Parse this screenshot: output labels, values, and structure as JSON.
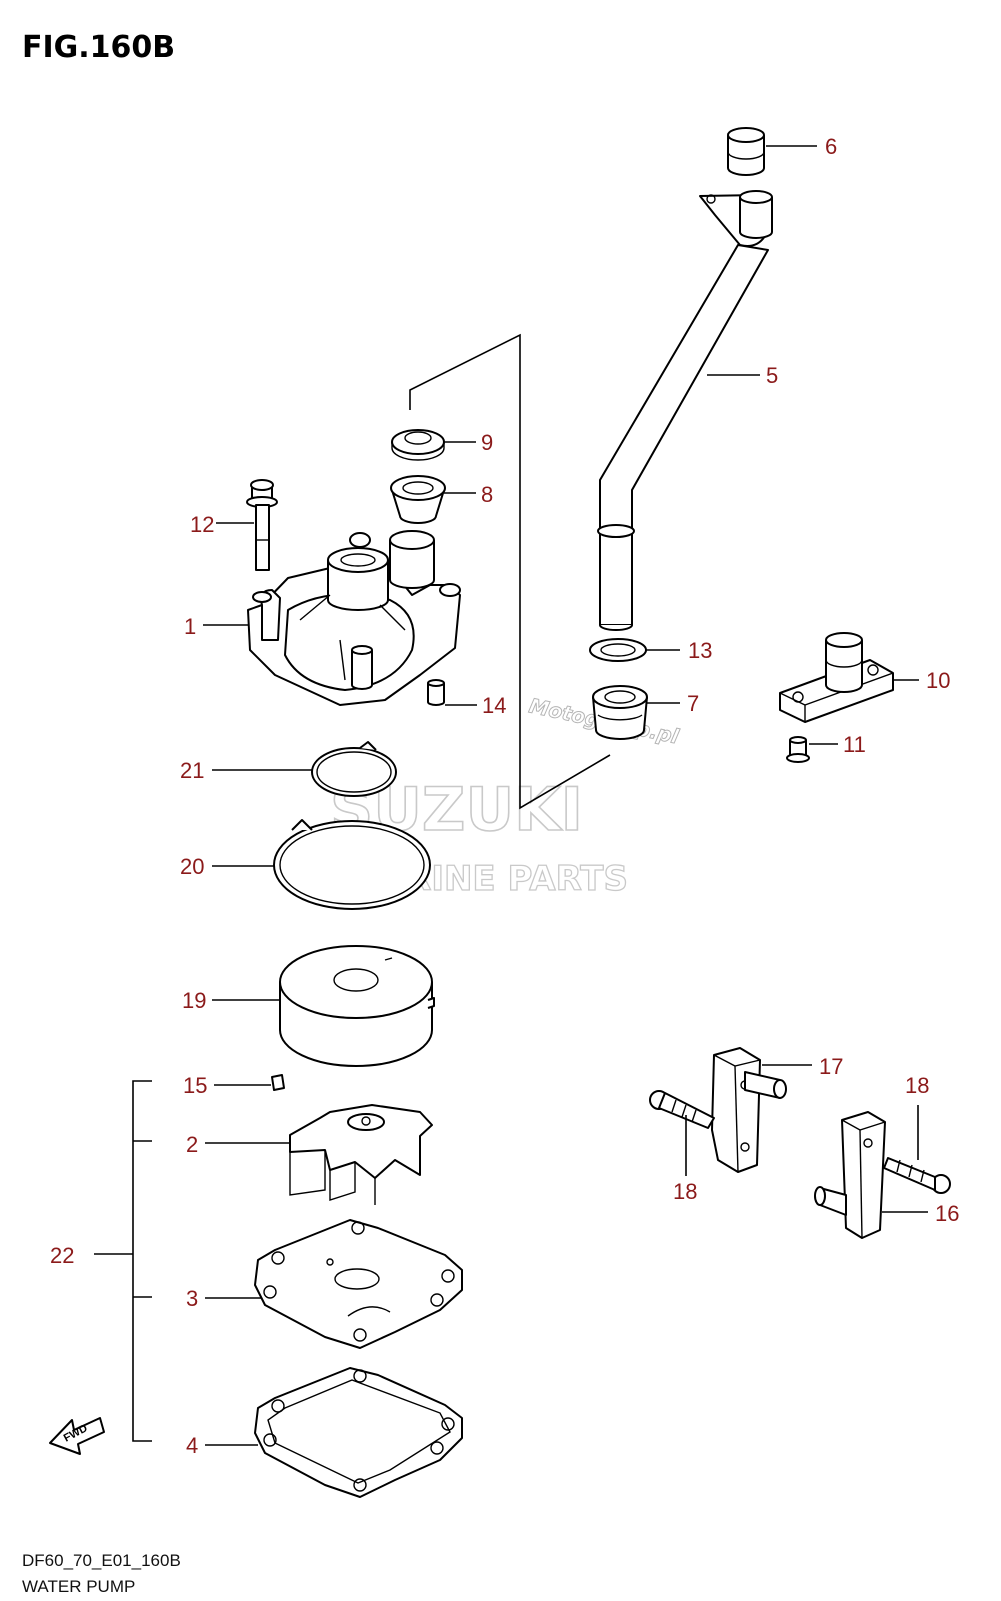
{
  "figure": {
    "title": "FIG.160B",
    "code": "DF60_70_E01_160B",
    "subtitle": "WATER PUMP"
  },
  "watermark": {
    "brand": "SUZUKI",
    "line2": "MARINE PARTS",
    "site": "Motogroup.pl"
  },
  "fwd_label": "FWD",
  "callouts": [
    "1",
    "2",
    "3",
    "4",
    "5",
    "6",
    "7",
    "8",
    "9",
    "10",
    "11",
    "12",
    "13",
    "14",
    "15",
    "16",
    "17",
    "18",
    "18",
    "19",
    "20",
    "21",
    "22"
  ]
}
